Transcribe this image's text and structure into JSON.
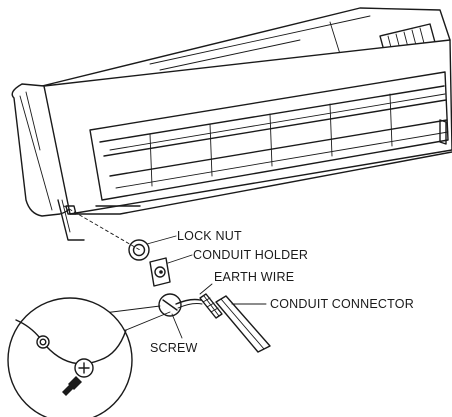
{
  "labels": {
    "lock_nut": "LOCK NUT",
    "conduit_holder": "CONDUIT HOLDER",
    "earth_wire": "EARTH WIRE",
    "conduit_connector": "CONDUIT CONNECTOR",
    "screw": "SCREW"
  },
  "colors": {
    "line": "#1a1a1a",
    "background": "#ffffff"
  },
  "icons": [
    "indoor-unit",
    "lock-nut",
    "conduit-holder",
    "earth-wire",
    "conduit-connector",
    "screw",
    "detail-circle"
  ]
}
